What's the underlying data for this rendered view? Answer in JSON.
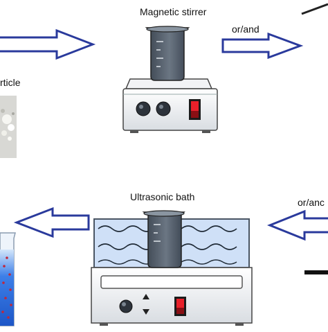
{
  "labels": {
    "magnetic_stirrer": "Magnetic stirrer",
    "or_and_top": "or/and",
    "ultrasonic_bath": "Ultrasonic bath",
    "or_and_bottom": "or/anc",
    "particle_fragment": "rticle"
  },
  "colors": {
    "arrow_outline": "#2a3a9c",
    "liquid_blue": "#2f6fe0",
    "bath_water": "#cfe0f7",
    "switch_red": "#e8202a",
    "beaker_dark": "#4a5563"
  },
  "icons": [
    "arrow-right-icon",
    "arrow-left-icon",
    "magnetic-stirrer-icon",
    "beaker-icon",
    "ultrasonic-bath-icon",
    "nanoparticle-powder-icon",
    "dispersion-vial-icon"
  ]
}
